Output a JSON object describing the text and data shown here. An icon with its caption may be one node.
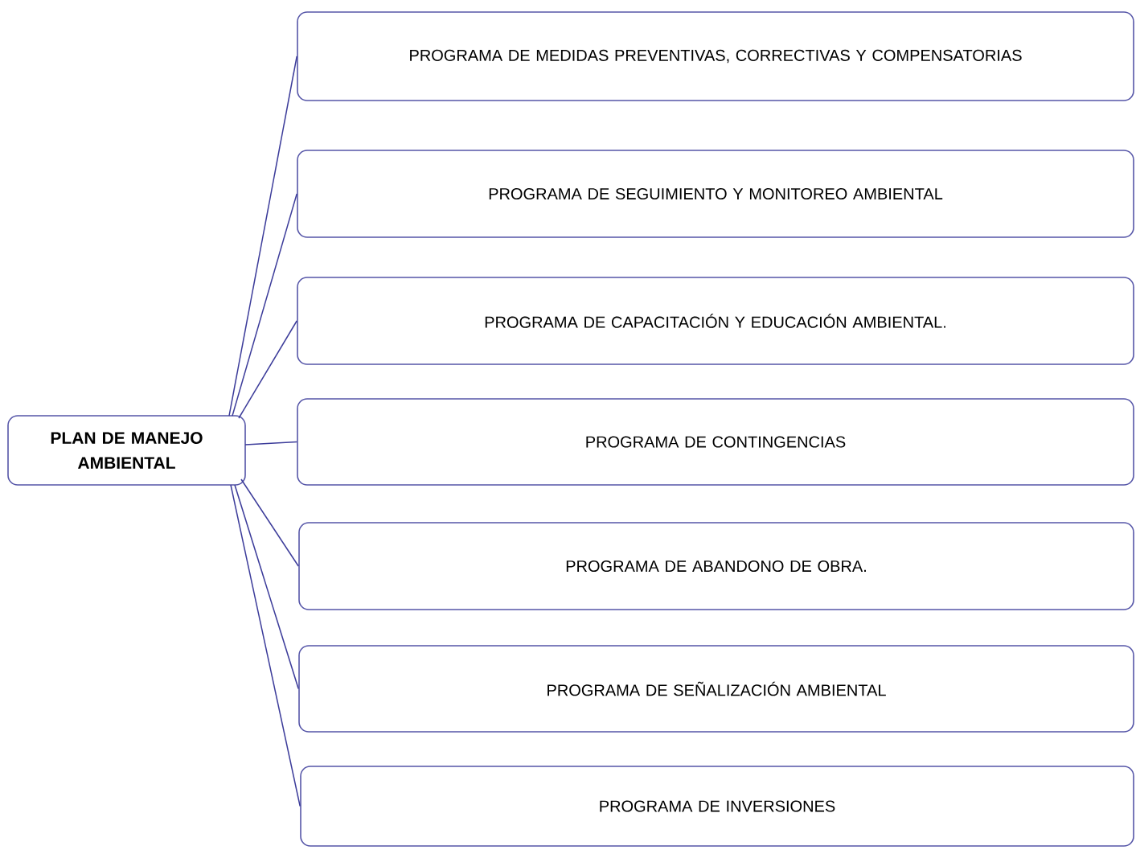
{
  "diagram": {
    "nodes": [
      {
        "text": [
          "PLAN DE MANEJO AMBIENTAL"
        ]
      },
      {
        "text": [
          "PROGRAMA DE MEDIDAS PREVENTIVAS, CORRECTIVAS Y COMPENSATORIAS"
        ]
      },
      {
        "text": [
          "PROGRAMA DE SEGUIMIENTO Y MONITOREO AMBIENTAL"
        ]
      },
      {
        "text": [
          "PROGRAMA DE CAPACITACIÓN Y EDUCACIÓN AMBIENTAL."
        ]
      },
      {
        "text": [
          "PROGRAMA DE CONTINGENCIAS"
        ]
      },
      {
        "text": [
          "PROGRAMA DE ABANDONO DE OBRA."
        ]
      },
      {
        "text": [
          "PROGRAMA DE SEÑALIZACIÓN AMBIENTAL"
        ]
      },
      {
        "text": [
          "PROGRAMA DE INVERSIONES"
        ]
      }
    ],
    "edges": [
      {
        "from": 0,
        "to": 1,
        "arrow": "none"
      },
      {
        "from": 0,
        "to": 2,
        "arrow": "none"
      },
      {
        "from": 0,
        "to": 3,
        "arrow": "none"
      },
      {
        "from": 0,
        "to": 4,
        "arrow": "none"
      },
      {
        "from": 0,
        "to": 5,
        "arrow": "none"
      },
      {
        "from": 0,
        "to": 6,
        "arrow": "none"
      },
      {
        "from": 0,
        "to": 7,
        "arrow": "none"
      }
    ]
  }
}
